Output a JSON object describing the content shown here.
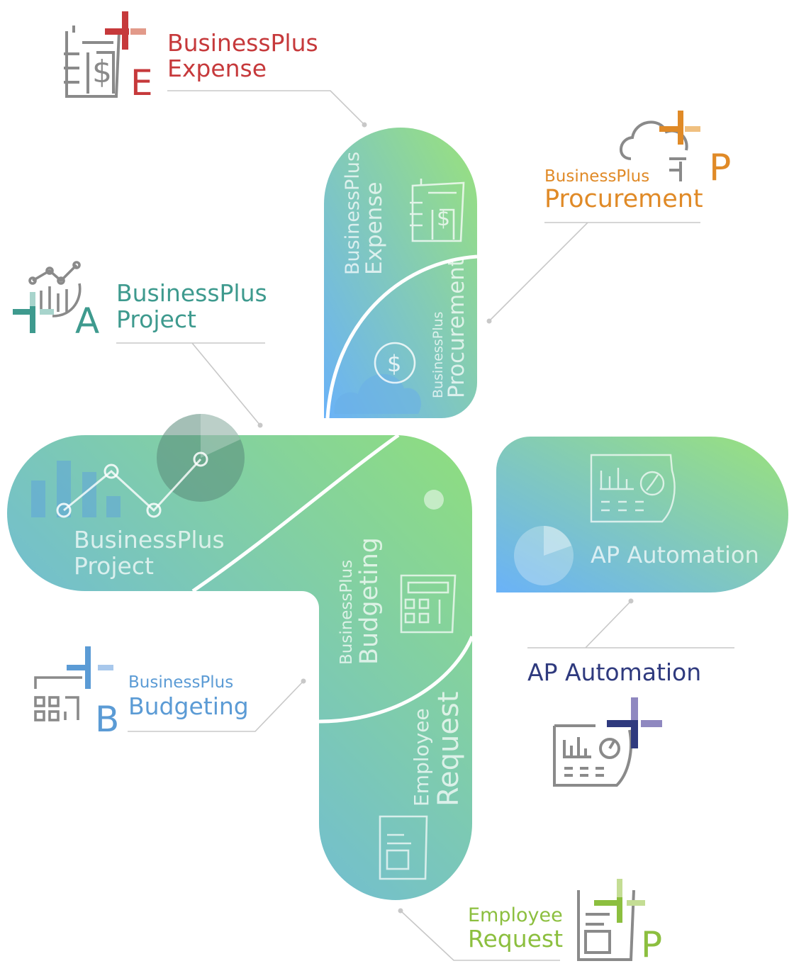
{
  "colors": {
    "expense": "#c6393b",
    "procurement": "#e08a27",
    "project": "#3e9a8e",
    "budgeting": "#5b9bd5",
    "ap": "#2f3a7e",
    "request": "#8cbf3f",
    "gradient_top": "#9ae27a",
    "gradient_bottom": "#6ab2f8",
    "icon_gray": "#8a8a8a",
    "connector": "#c8c8c8"
  },
  "modules": {
    "expense": {
      "title_line1": "BusinessPlus",
      "title_line2": "Expense",
      "letter": "E",
      "icon": "receipt-dollar-icon",
      "inner_line1": "BusinessPlus",
      "inner_line2": "Expense"
    },
    "procurement": {
      "title_line1": "BusinessPlus",
      "title_line2": "Procurement",
      "letter": "P",
      "icon": "cloud-icon",
      "inner_line1": "BusinessPlus",
      "inner_line2": "Procurement"
    },
    "project": {
      "title_line1": "BusinessPlus",
      "title_line2": "Project",
      "letter": "A",
      "icon": "line-chart-icon",
      "inner_line1": "BusinessPlus",
      "inner_line2": "Project"
    },
    "budgeting": {
      "title_line1": "BusinessPlus",
      "title_line2": "Budgeting",
      "letter": "B",
      "icon": "calculator-icon",
      "inner_line1": "BusinessPlus",
      "inner_line2": "Budgeting"
    },
    "ap": {
      "title": "AP Automation",
      "icon": "dashboard-pie-icon",
      "inner": "AP Automation"
    },
    "request": {
      "title_line1": "Employee",
      "title_line2": "Request",
      "letter": "P",
      "icon": "document-icon",
      "inner_line1": "Employee",
      "inner_line2": "Request"
    }
  }
}
